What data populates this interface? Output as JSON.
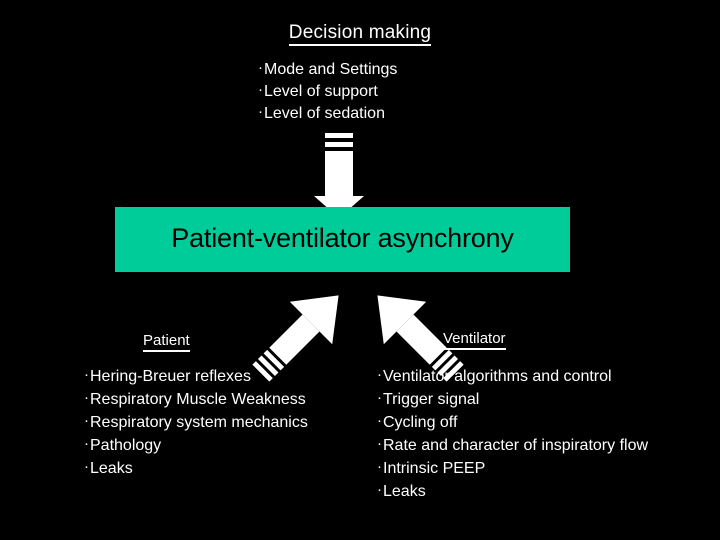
{
  "slide": {
    "background_color": "#000000",
    "text_color": "#ffffff"
  },
  "decision": {
    "title": "Decision making",
    "items": [
      "Mode and Settings",
      "Level of support",
      "Level of sedation"
    ]
  },
  "arrows": {
    "down": "down-block-arrow",
    "up_left": "up-right-block-arrow",
    "up_right": "up-left-block-arrow"
  },
  "band": {
    "label": "Patient-ventilator asynchrony",
    "fill_color": "#00CC99",
    "text_color": "#000000"
  },
  "columns": [
    {
      "heading": "Patient",
      "items": [
        "Hering-Breuer reflexes",
        "Respiratory Muscle Weakness",
        "Respiratory system mechanics",
        "Pathology",
        "Leaks"
      ]
    },
    {
      "heading": "Ventilator",
      "items": [
        "Ventilator algorithms and control",
        "Trigger signal",
        "Cycling off",
        "Rate and character of inspiratory flow",
        "Intrinsic PEEP",
        "Leaks"
      ]
    }
  ],
  "bullet_glyph": "·"
}
